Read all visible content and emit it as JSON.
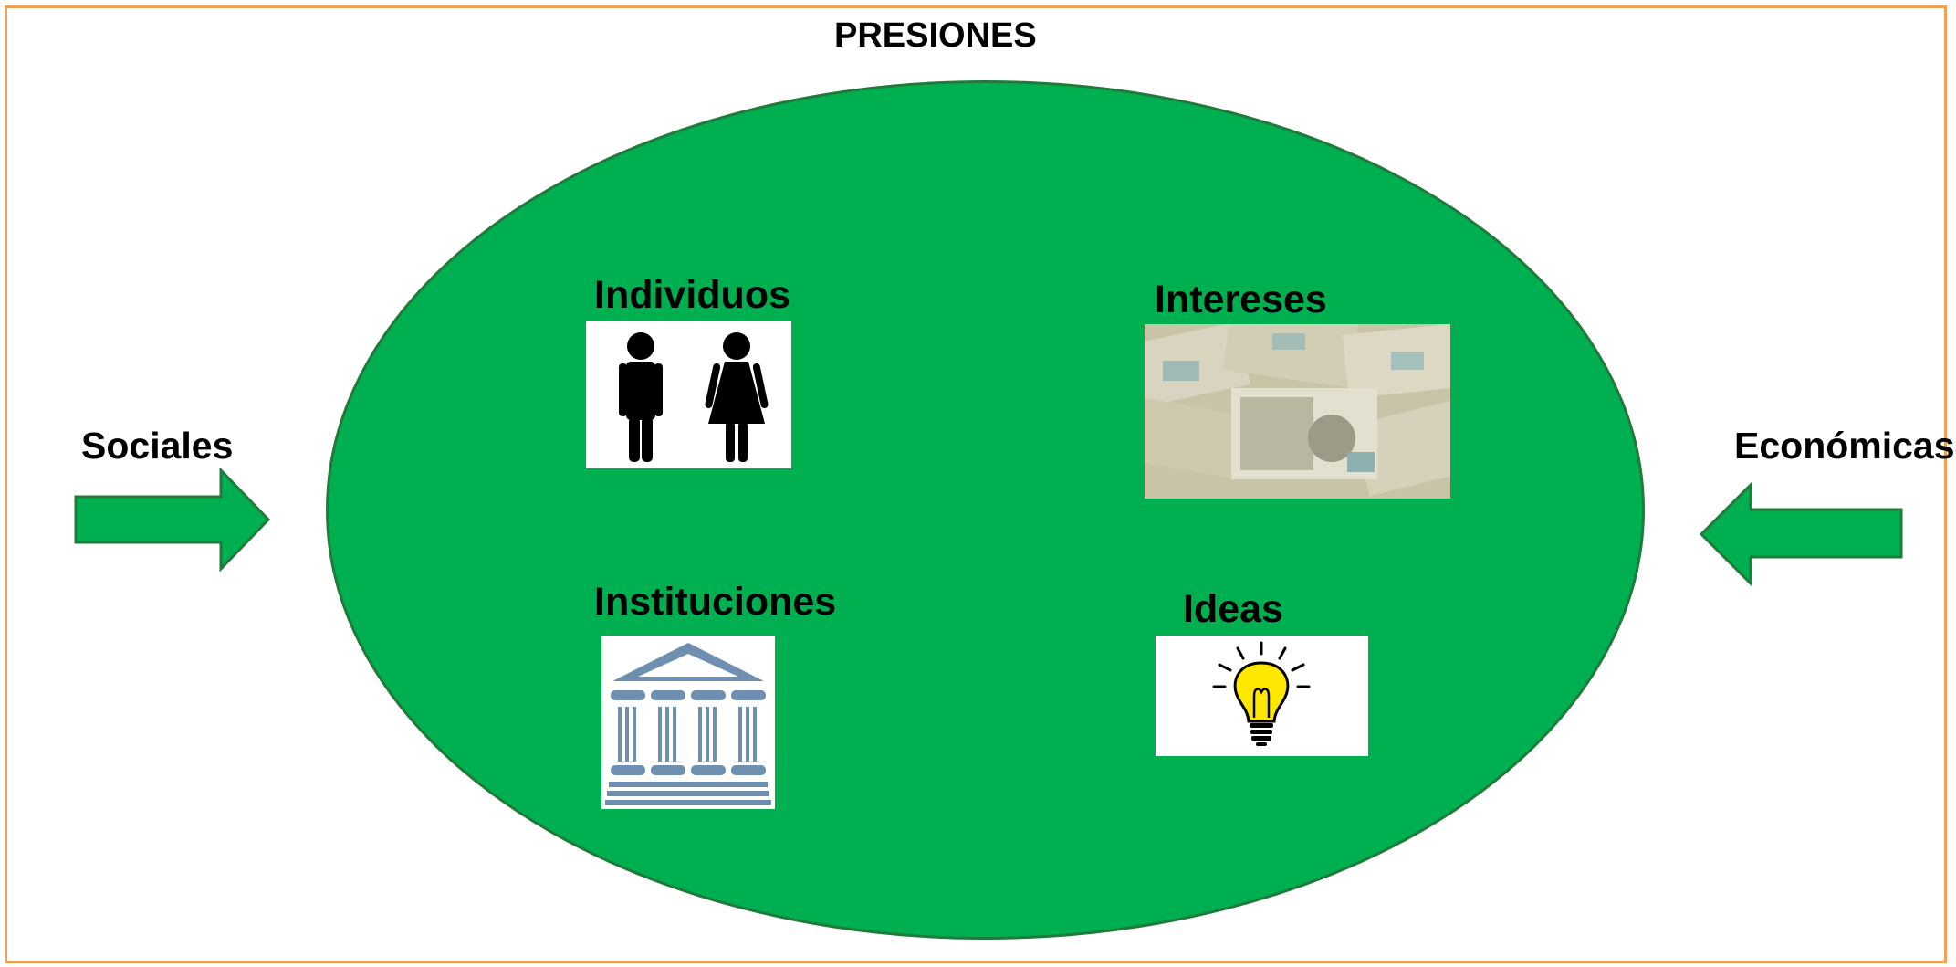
{
  "title": "PRESIONES",
  "left_force": "Sociales",
  "right_force": "Económicas",
  "elements": [
    {
      "label": "Individuos",
      "icon": "man-woman-icon"
    },
    {
      "label": "Intereses",
      "icon": "banknotes-photo"
    },
    {
      "label": "Instituciones",
      "icon": "institution-building-icon"
    },
    {
      "label": "Ideas",
      "icon": "lightbulb-icon"
    }
  ],
  "colors": {
    "ellipse_fill": "#00b050",
    "ellipse_stroke": "#1f7a3c",
    "frame_border": "#f0a050",
    "arrow_fill": "#00b050",
    "building": "#6f8fb0",
    "bulb": "#ffe800"
  }
}
